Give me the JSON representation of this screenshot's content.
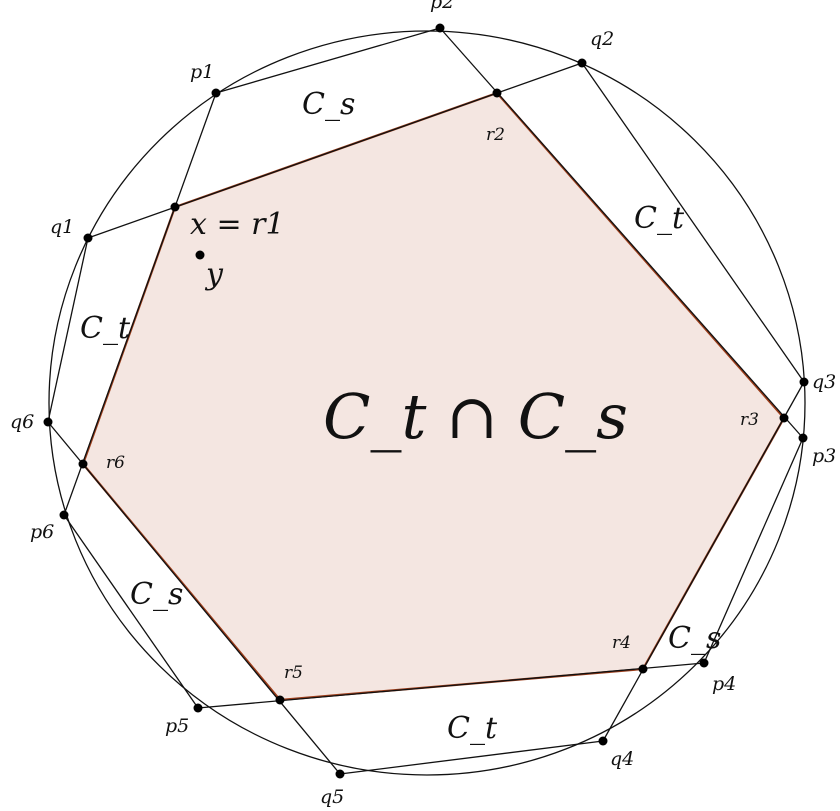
{
  "colors": {
    "stroke": "#111111",
    "region_fill": "#f4e6e1",
    "region_stroke": "#9c3d1a",
    "point": "#000000"
  },
  "region": {
    "label": "C_t ∩ C_s"
  },
  "points": {
    "p1": {
      "label": "p1"
    },
    "p2": {
      "label": "p2"
    },
    "p3": {
      "label": "p3"
    },
    "p4": {
      "label": "p4"
    },
    "p5": {
      "label": "p5"
    },
    "p6": {
      "label": "p6"
    },
    "q1": {
      "label": "q1"
    },
    "q2": {
      "label": "q2"
    },
    "q3": {
      "label": "q3"
    },
    "q4": {
      "label": "q4"
    },
    "q5": {
      "label": "q5"
    },
    "q6": {
      "label": "q6"
    },
    "r1": {
      "label": "x = r1"
    },
    "r2": {
      "label": "r2"
    },
    "r3": {
      "label": "r3"
    },
    "r4": {
      "label": "r4"
    },
    "r5": {
      "label": "r5"
    },
    "r6": {
      "label": "r6"
    },
    "y": {
      "label": "y"
    }
  },
  "region_labels": {
    "cs_top": "C_s",
    "ct_right": "C_t",
    "ct_left": "C_t",
    "cs_left": "C_s",
    "cs_right": "C_s",
    "ct_bottom": "C_t"
  }
}
